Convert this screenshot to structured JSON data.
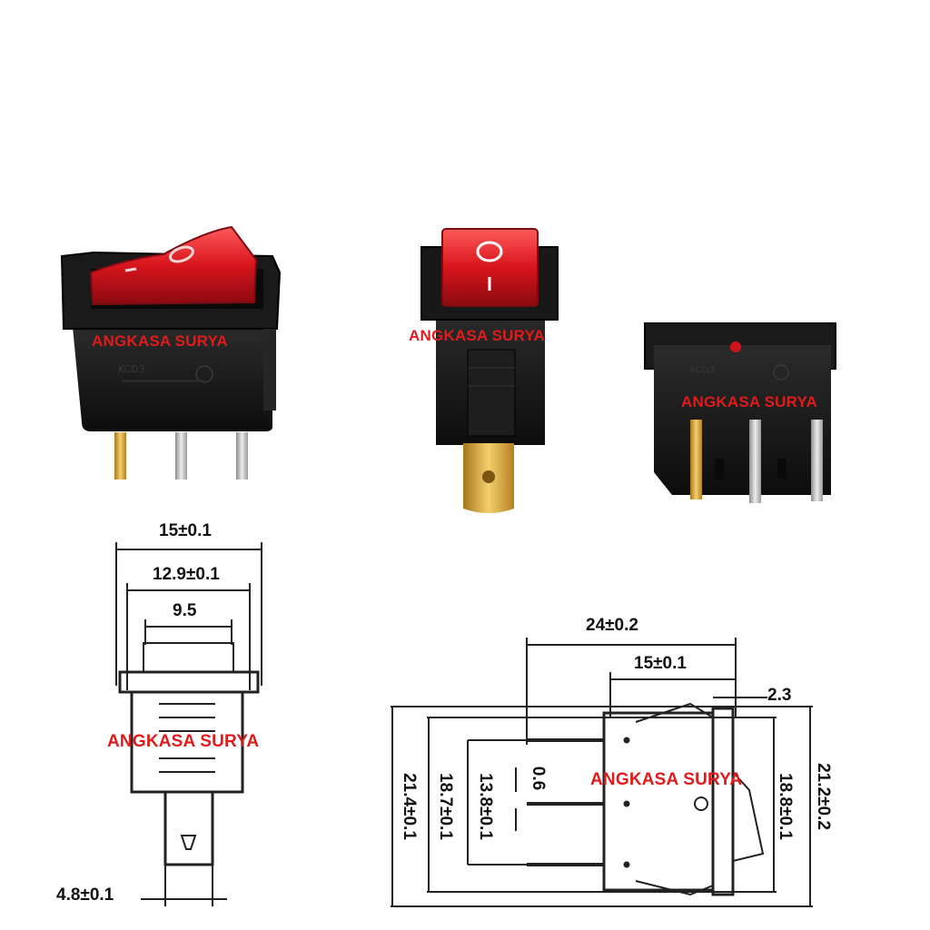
{
  "watermark": "ANGKASA SURYA",
  "switch_markings": {
    "rocker_off": "O",
    "rocker_on": "I"
  },
  "front_drawing": {
    "width_outer": "15±0.1",
    "width_body": "12.9±0.1",
    "width_rocker": "9.5",
    "terminal_width": "4.8±0.1"
  },
  "side_drawing": {
    "total_length": "24±0.2",
    "body_length": "15±0.1",
    "flange": "2.3",
    "height_outer_left": "21.4±0.1",
    "height_inner_left": "18.7±0.1",
    "terminal_span": "13.8±0.1",
    "terminal_thickness": "0.6",
    "height_inner_right": "18.8±0.1",
    "height_outer_right": "21.2±0.2"
  },
  "colors": {
    "watermark": "#e11b1b",
    "rocker_red": "#d0141c",
    "housing_black": "#141414",
    "terminal_silver": "#c9c9c9",
    "terminal_gold": "#d9a43b"
  }
}
